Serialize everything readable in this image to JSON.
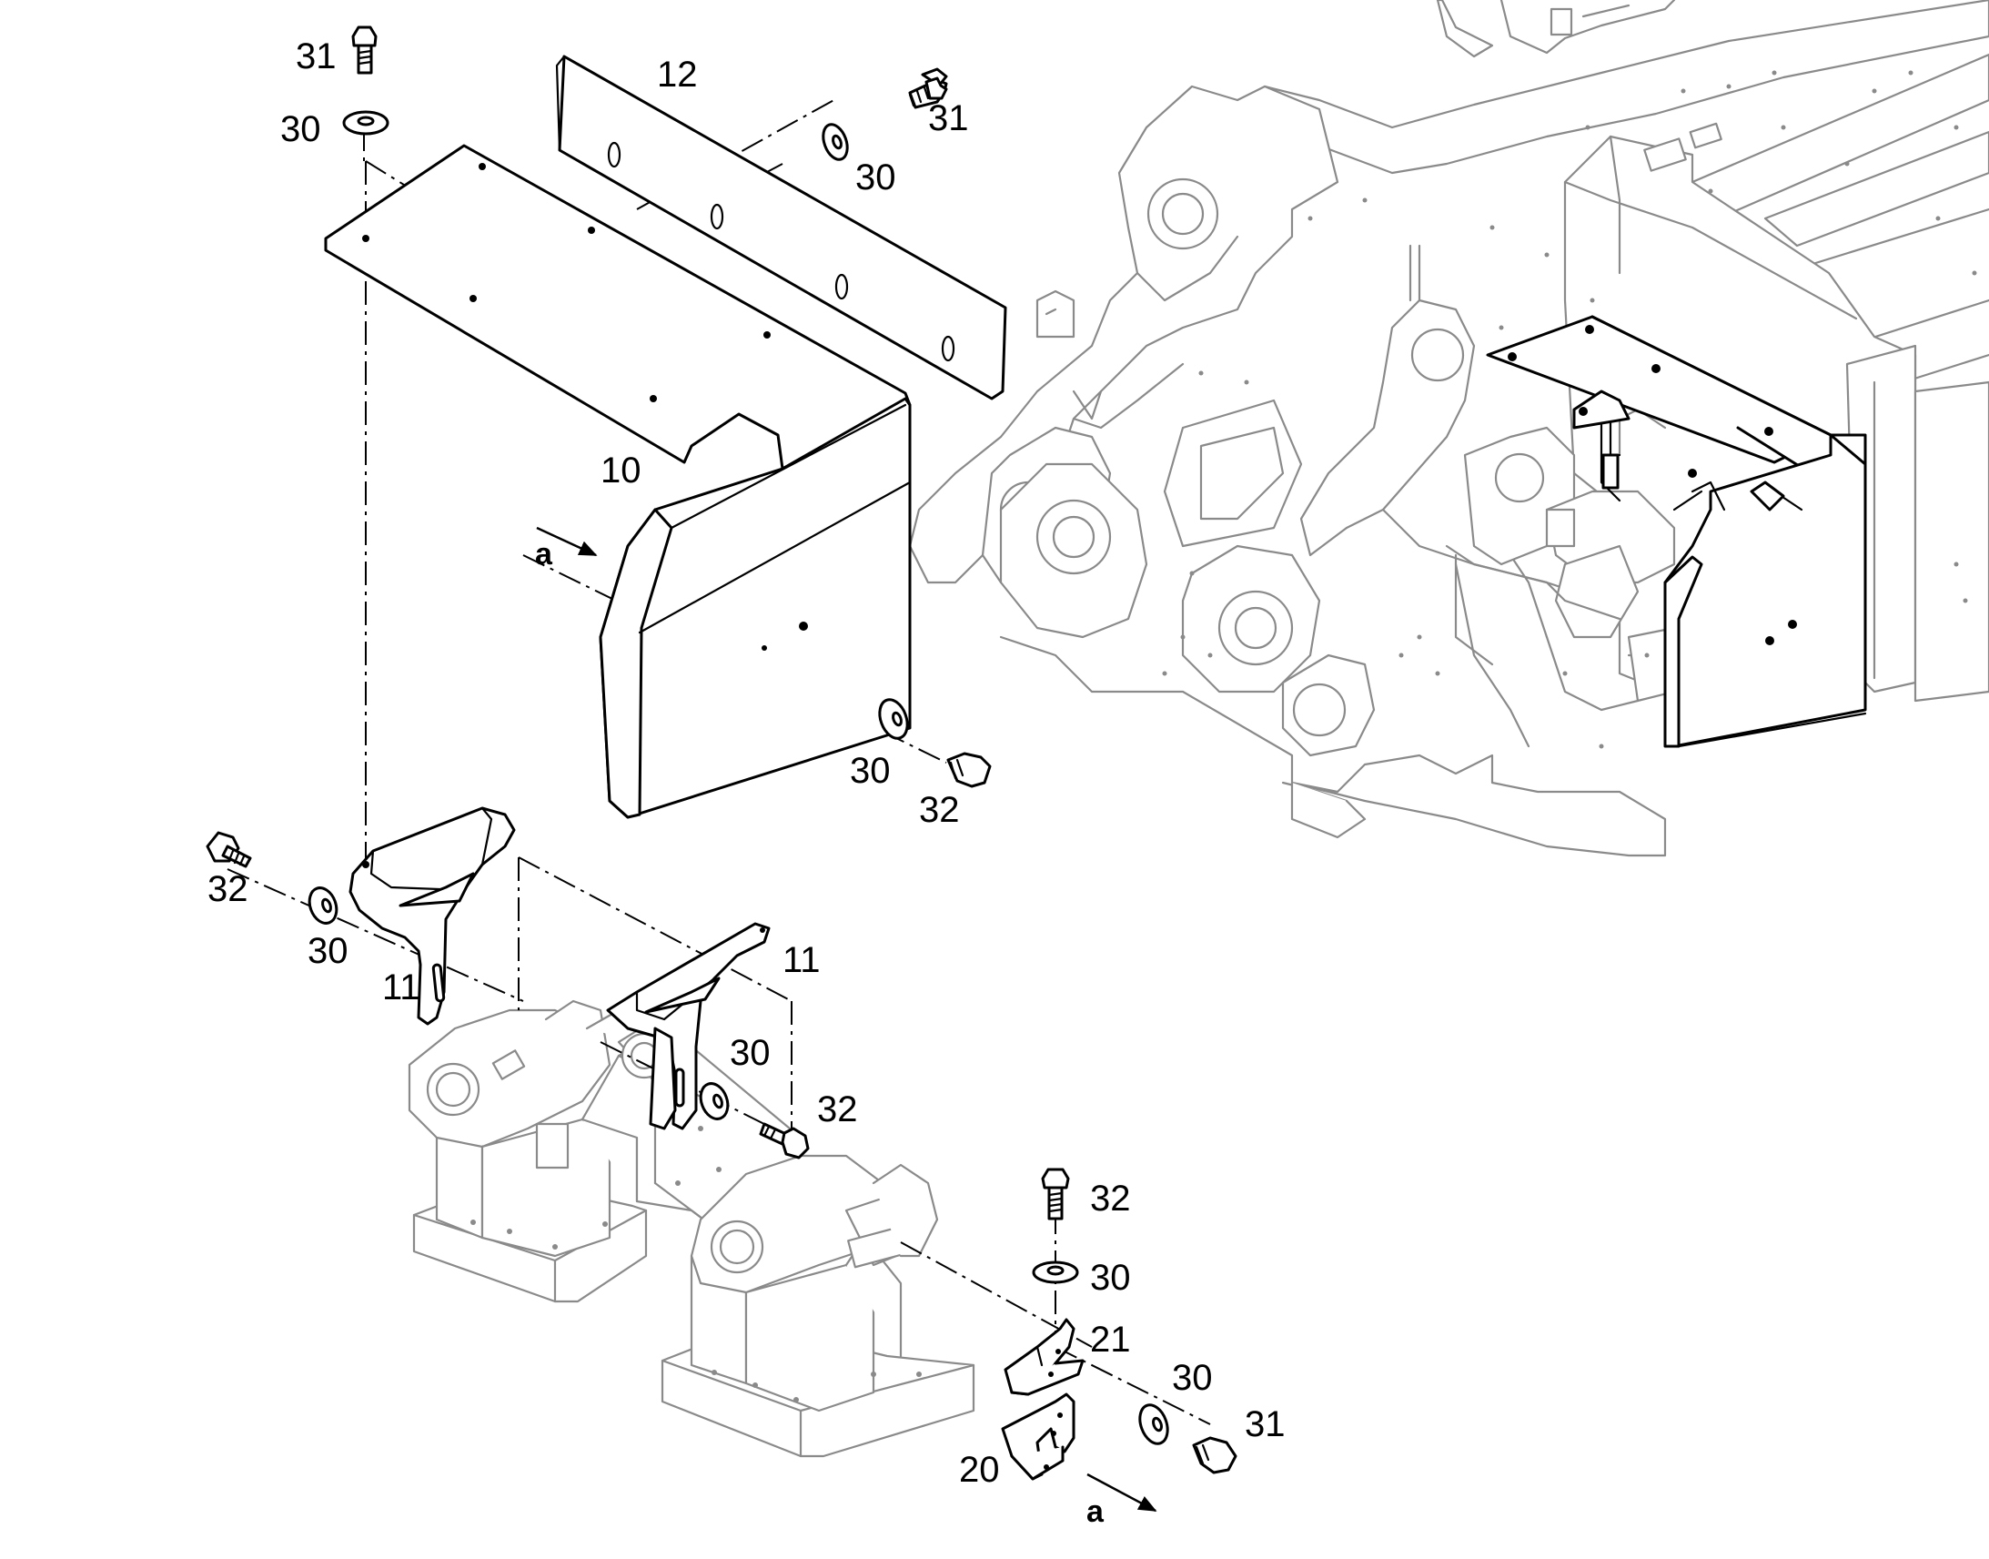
{
  "callouts": {
    "c10": "10",
    "c11a": "11",
    "c11b": "11",
    "c12": "12",
    "c20": "20",
    "c21": "21",
    "c30a": "30",
    "c30b": "30",
    "c30c": "30",
    "c30d": "30",
    "c30e": "30",
    "c30f": "30",
    "c30g": "30",
    "c31a": "31",
    "c31b": "31",
    "c31c": "31",
    "c32a": "32",
    "c32b": "32",
    "c32c": "32",
    "c32d": "32"
  },
  "view_markers": {
    "upper": "a",
    "lower": "a"
  }
}
